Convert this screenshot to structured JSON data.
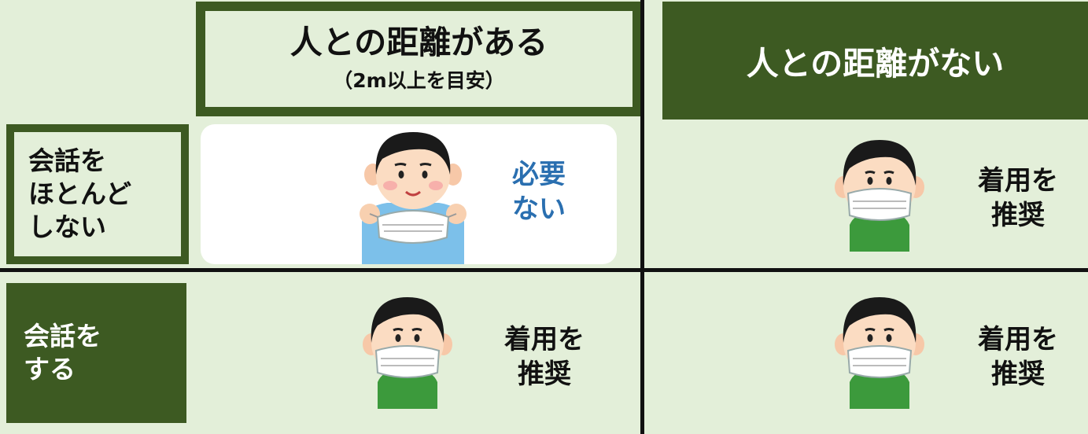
{
  "columns": {
    "with_distance": {
      "title": "人との距離がある",
      "note": "（2m以上を目安）"
    },
    "no_distance": {
      "title": "人との距離がない"
    }
  },
  "rows": {
    "little_talking": {
      "label": "会話を\nほとんど\nしない"
    },
    "talking": {
      "label": "会話を\nする"
    }
  },
  "cells": {
    "distance_little_talk": {
      "verdict": "必要\nない"
    },
    "no_distance_little_talk": {
      "verdict": "着用を\n推奨"
    },
    "distance_talk": {
      "verdict": "着用を\n推奨"
    },
    "no_distance_talk": {
      "verdict": "着用を\n推奨"
    }
  },
  "colors": {
    "panel_green": "#3d5a22",
    "background": "#e3efd9",
    "verdict_blue": "#2a6fb0",
    "shirt_green": "#3c9a3c",
    "shirt_blue": "#7cc0ea"
  }
}
